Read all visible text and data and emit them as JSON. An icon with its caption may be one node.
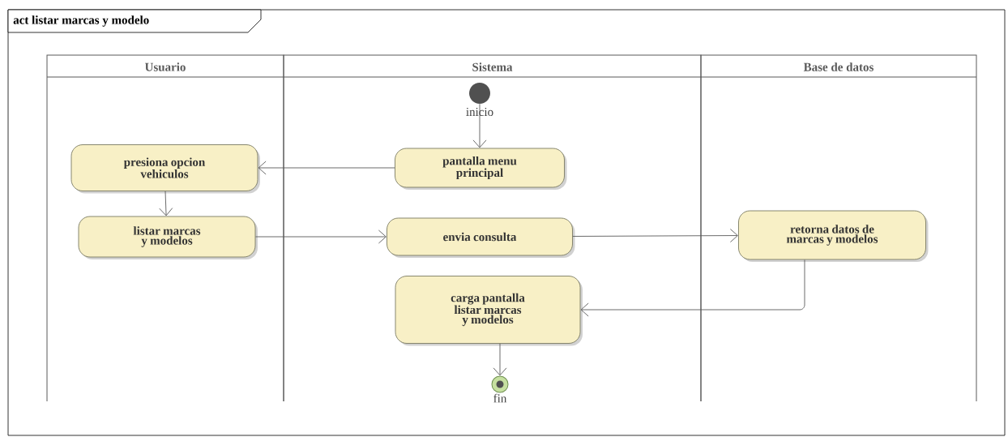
{
  "diagram": {
    "title": "act listar marcas y modelo",
    "nodes": [
      {
        "text": [
          "Usuario"
        ]
      },
      {
        "text": [
          "Sistema"
        ]
      },
      {
        "text": [
          "Base de datos"
        ]
      },
      {
        "text": [],
        "shape": "circle",
        "in": 1,
        "beside": [
          "inicio"
        ]
      },
      {
        "text": [
          "pantalla menu principal"
        ],
        "in": 1
      },
      {
        "text": [
          "presiona opcion vehiculos"
        ],
        "in": 0
      },
      {
        "text": [
          "listar marcas y modelos"
        ],
        "in": 0
      },
      {
        "text": [
          "envia consulta"
        ],
        "in": 1
      },
      {
        "text": [
          "retorna datos de marcas y modelos"
        ],
        "in": 2
      },
      {
        "text": [
          "carga pantalla listar marcas y modelos"
        ],
        "in": 1
      },
      {
        "text": [],
        "shape": "circle",
        "in": 1,
        "beside": [
          "fin"
        ]
      }
    ],
    "edges": [
      {
        "from": 3,
        "to": 4,
        "arrow": "to"
      },
      {
        "from": 4,
        "to": 5,
        "arrow": "to"
      },
      {
        "from": 5,
        "to": 6,
        "arrow": "to"
      },
      {
        "from": 6,
        "to": 7,
        "arrow": "to"
      },
      {
        "from": 7,
        "to": 8,
        "arrow": "to"
      },
      {
        "from": 8,
        "to": 9,
        "arrow": "to"
      },
      {
        "from": 9,
        "to": 10,
        "arrow": "to"
      }
    ]
  }
}
